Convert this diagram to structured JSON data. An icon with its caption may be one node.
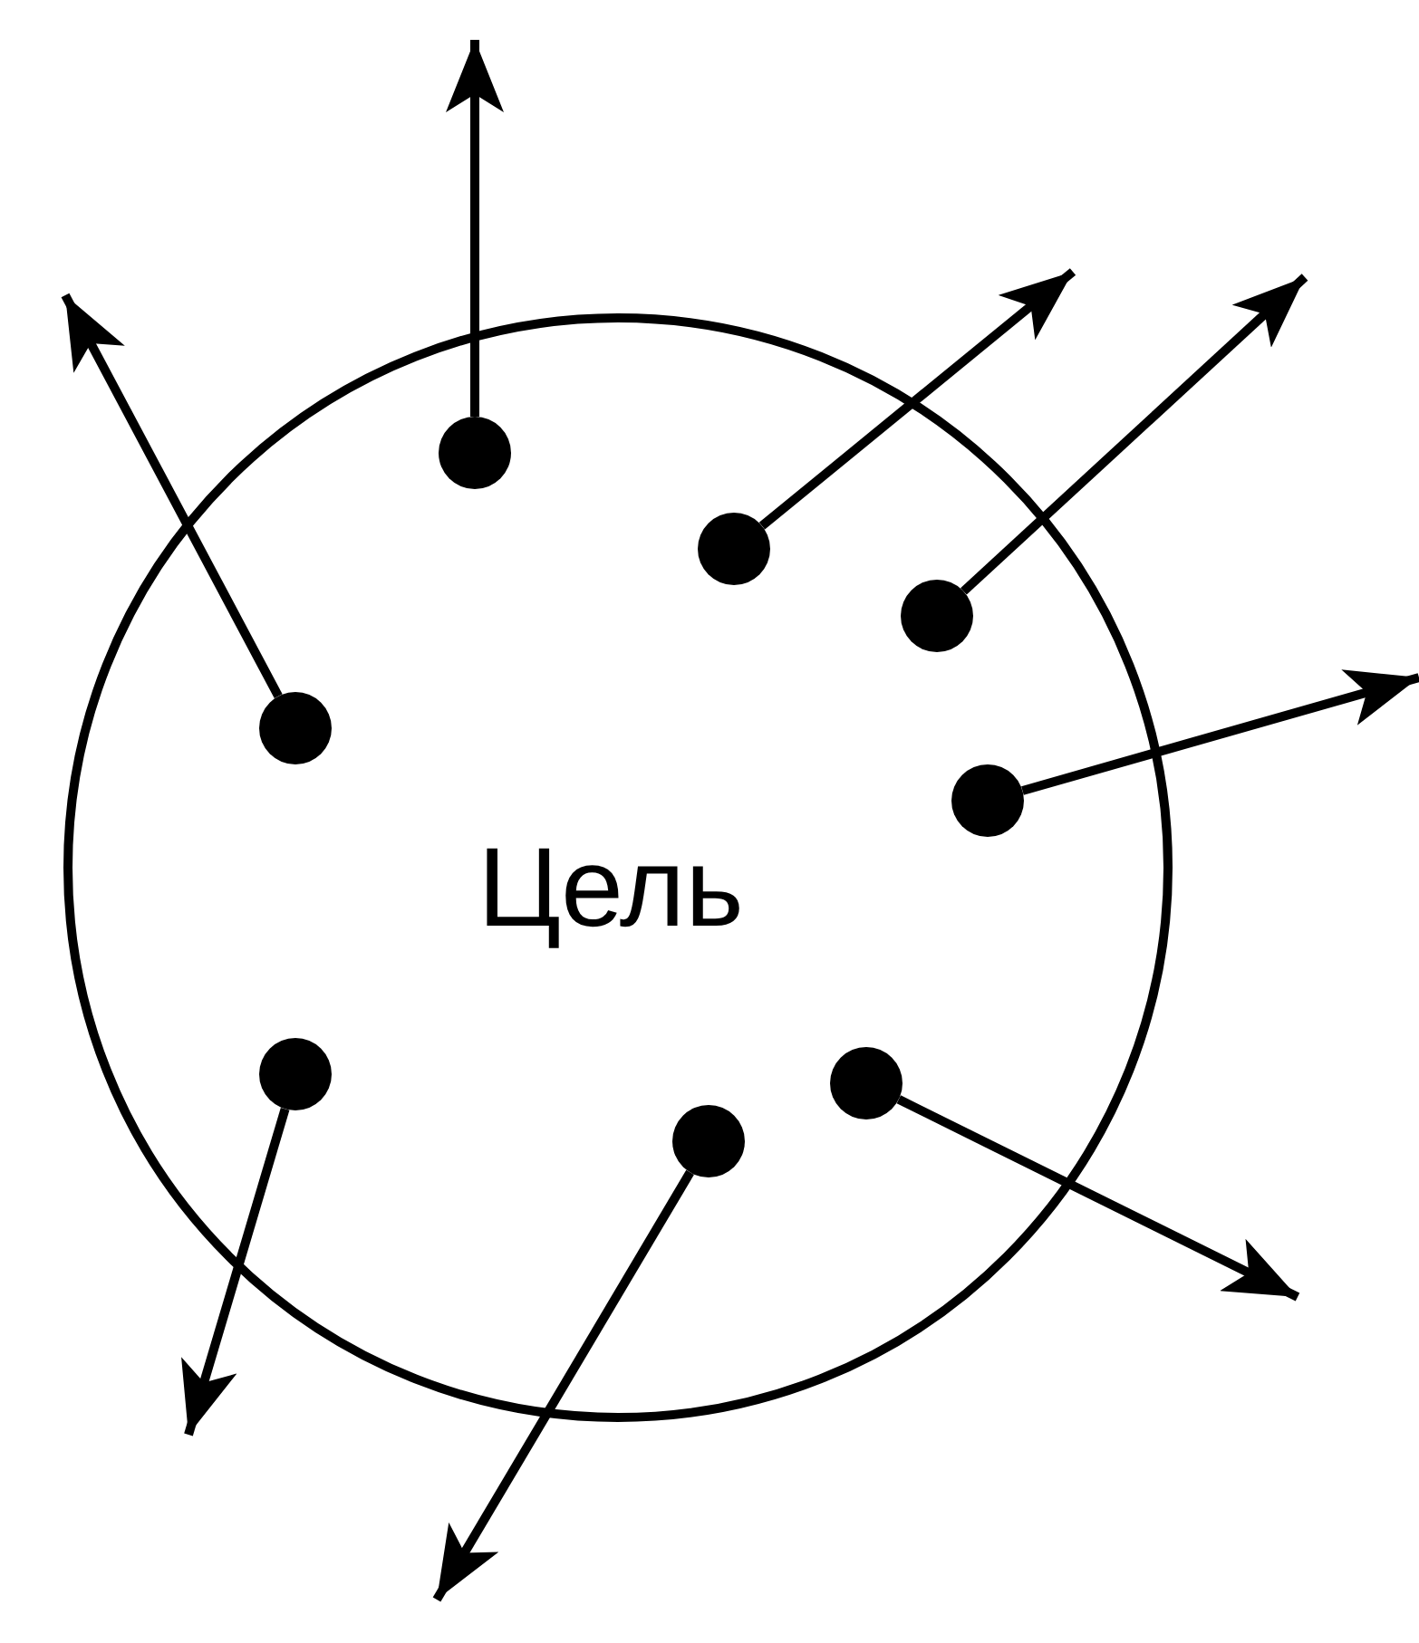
{
  "diagram": {
    "nodes": [
      {
        "text": [
          "Цель"
        ]
      },
      {
        "text": [],
        "shape": "circle",
        "in": 0
      },
      {
        "text": [],
        "shape": "circle",
        "in": 0
      },
      {
        "text": [],
        "shape": "circle",
        "in": 0
      },
      {
        "text": [],
        "shape": "circle",
        "in": 0
      },
      {
        "text": [],
        "shape": "circle",
        "in": 0
      },
      {
        "text": [],
        "shape": "circle",
        "in": 0
      },
      {
        "text": [],
        "shape": "circle",
        "in": 0
      },
      {
        "text": [],
        "shape": "circle",
        "in": 0
      }
    ],
    "edges": [
      {
        "from": 1,
        "to": null,
        "arrow": "to"
      },
      {
        "from": 2,
        "to": null,
        "arrow": "to"
      },
      {
        "from": 3,
        "to": null,
        "arrow": "to"
      },
      {
        "from": 4,
        "to": null,
        "arrow": "to"
      },
      {
        "from": 5,
        "to": null,
        "arrow": "to"
      },
      {
        "from": 6,
        "to": null,
        "arrow": "to"
      },
      {
        "from": 7,
        "to": null,
        "arrow": "to"
      },
      {
        "from": 8,
        "to": null,
        "arrow": "to"
      }
    ]
  }
}
